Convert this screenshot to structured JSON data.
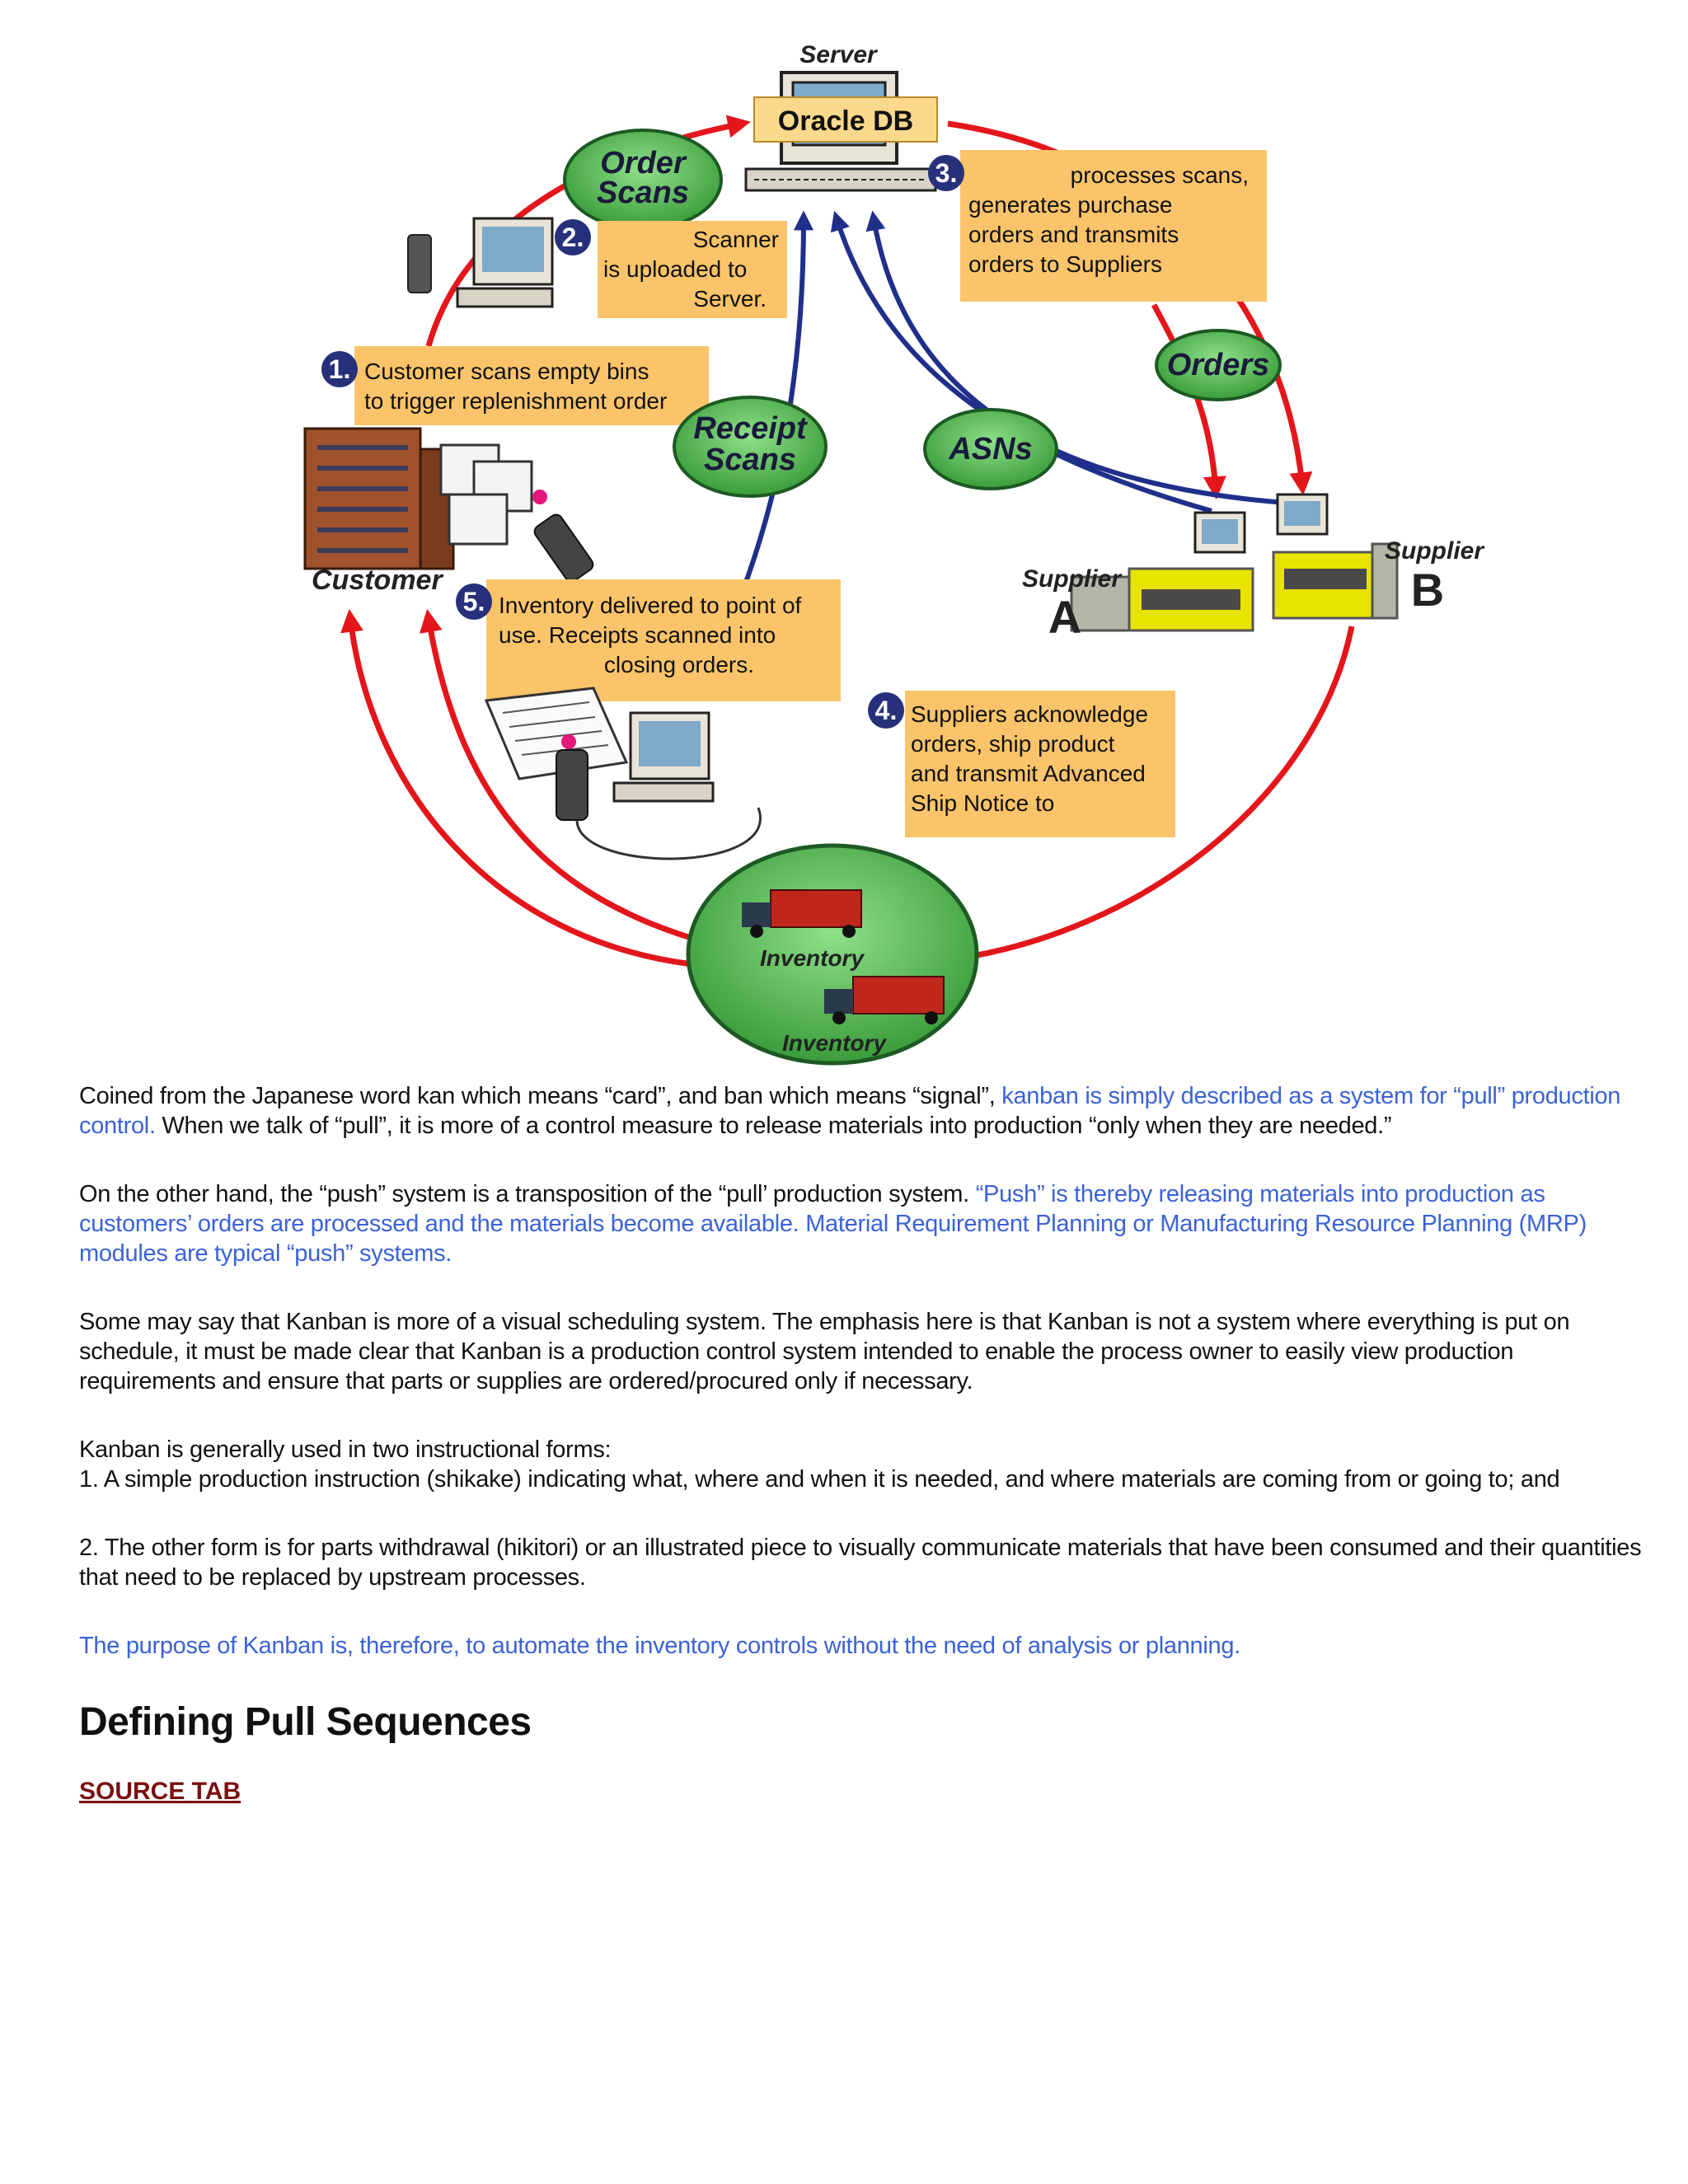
{
  "diagram": {
    "server_label": "Server",
    "db_label": "Oracle DB",
    "ovals": {
      "order_scans": [
        "Order",
        "Scans"
      ],
      "receipt_scans": [
        "Receipt",
        "Scans"
      ],
      "orders": "Orders",
      "asns": "ASNs"
    },
    "steps": [
      {
        "num": "1.",
        "lines": [
          "Customer scans empty bins",
          "to trigger replenishment order"
        ]
      },
      {
        "num": "2.",
        "lines": [
          "Scanner",
          "is uploaded to",
          "Server."
        ]
      },
      {
        "num": "3.",
        "lines": [
          "processes scans,",
          "generates purchase",
          "orders and transmits",
          "orders to Suppliers"
        ]
      },
      {
        "num": "4.",
        "lines": [
          "Suppliers acknowledge",
          "orders, ship product",
          "and transmit Advanced",
          "Ship Notice to"
        ]
      },
      {
        "num": "5.",
        "lines": [
          "Inventory delivered to point of",
          "use. Receipts scanned into",
          "closing orders."
        ]
      }
    ],
    "customer_label": "Customer",
    "supplier_a": {
      "label": "Supplier",
      "letter": "A"
    },
    "supplier_b": {
      "label": "Supplier",
      "letter": "B"
    },
    "inventory_labels": [
      "Inventory",
      "Inventory"
    ]
  },
  "paragraphs": {
    "p1_black": "Coined from the Japanese word kan which means “card”, and ban which means “signal”, ",
    "p1_blue": "kanban is simply described as a system for “pull” production control.",
    "p1_black2": " When we talk of “pull”, it is more of a control measure to release materials into production “only when they are needed.”",
    "p2_black": "On the other hand, the “push” system is a transposition of the “pull’ production system. ",
    "p2_blue": "“Push” is thereby releasing materials into production as customers’ orders are processed and the materials become available. Material Requirement Planning or Manufacturing Resource Planning (MRP) modules are typical “push” systems.",
    "p3": "Some may say that Kanban is more of a visual scheduling system. The emphasis here is that Kanban is not a system where everything is put on schedule, it must be made clear that Kanban is a production control system intended to enable the process owner to easily view production requirements and ensure that parts or supplies are ordered/procured only if necessary.",
    "p4_line1": "Kanban is generally used in two instructional forms:",
    "p4_line2": "1. A simple production instruction (shikake) indicating what, where and when it is needed, and where materials are coming from or going to; and",
    "p5": "2. The other form is for parts withdrawal (hikitori) or an illustrated piece to visually communicate materials that have been consumed and their quantities that need to be replaced by upstream processes.",
    "p6_blue": "The purpose of Kanban is, therefore, to automate the inventory controls without the need of analysis or planning."
  },
  "heading": "Defining Pull Sequences",
  "source_link": "SOURCE TAB"
}
